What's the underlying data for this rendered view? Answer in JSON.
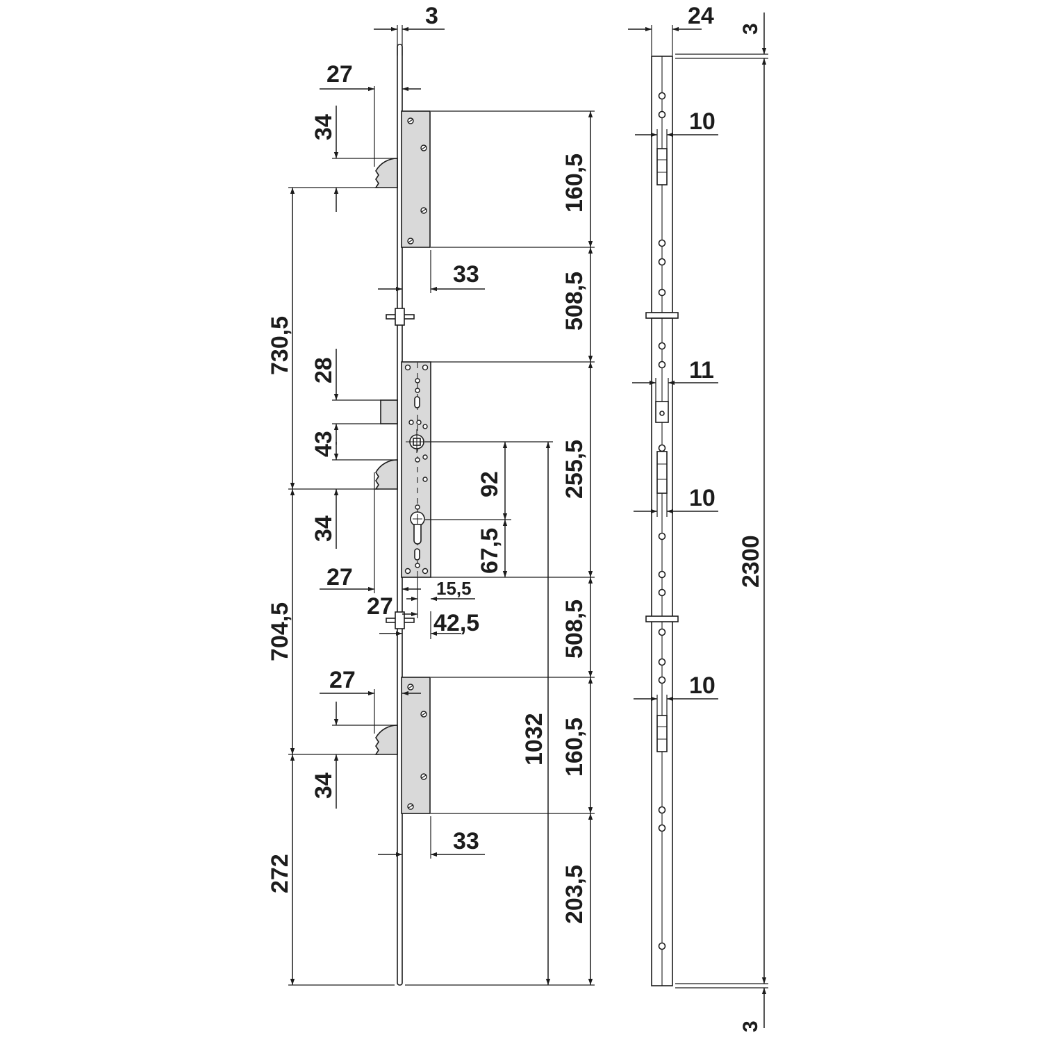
{
  "drawing": {
    "front_view": {
      "rod_thickness": "3",
      "top_hook_offset": "27",
      "top_hook_height": "34",
      "top_box_length": "160,5",
      "top_box_depth": "33",
      "span_top_to_center": "508,5",
      "upper_hook_pitch": "730,5",
      "deadbolt_height": "28",
      "latch_gap": "43",
      "center_hook_height": "34",
      "center_box_length": "255,5",
      "spindle_to_bottom": "92",
      "cylinder_to_bottom": "67,5",
      "center_hook_offset": "27",
      "center_hook_offset_lower": "27",
      "backset_small": "15,5",
      "backset": "42,5",
      "span_center_to_bottom": "508,5",
      "lower_hook_pitch": "704,5",
      "bottom_hook_offset": "27",
      "bottom_box_length": "160,5",
      "bottom_hook_height": "34",
      "handle_height": "1032",
      "bottom_box_depth": "33",
      "bottom_rod_length": "203,5",
      "floor_to_hook": "272"
    },
    "side_view": {
      "faceplate_width": "24",
      "top_end": "3",
      "bottom_end": "3",
      "total_length": "2300",
      "top_bolt_width": "10",
      "center_bolt_width": "11",
      "center_lower_bolt_width": "10",
      "bottom_bolt_width": "10"
    }
  }
}
